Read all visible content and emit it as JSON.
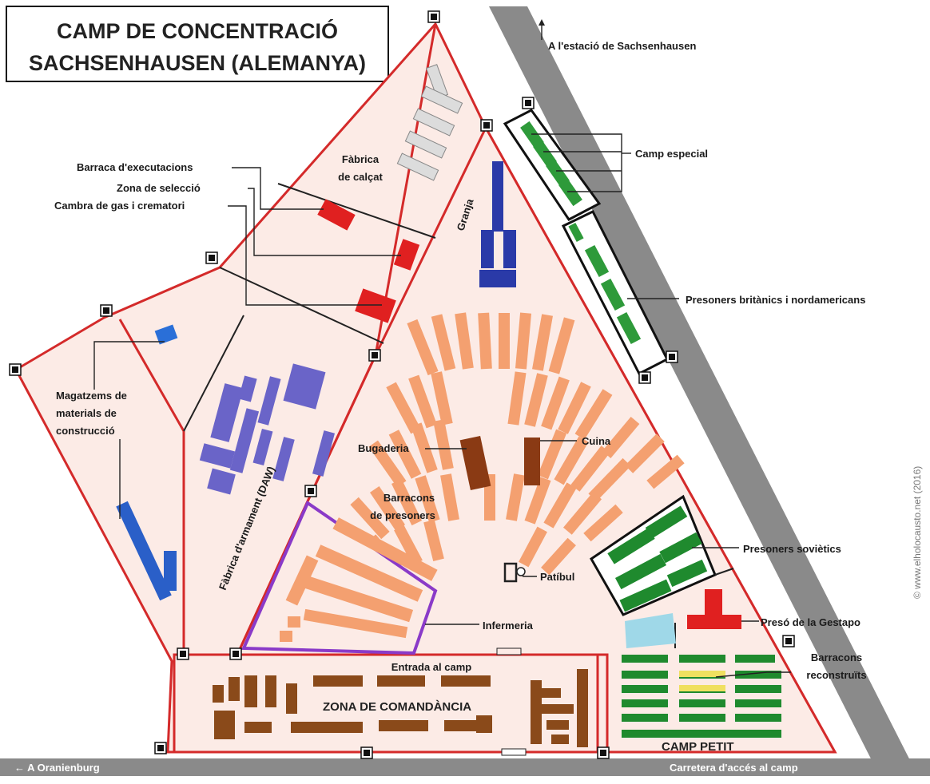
{
  "title": {
    "line1": "CAMP DE CONCENTRACIÓ",
    "line2": "SACHSENHAUSEN (ALEMANYA)"
  },
  "labels": {
    "station": "A l'estació de Sachsenhausen",
    "camp_especial": "Camp especial",
    "presoners_britanics": "Presoners britànics i nordamericans",
    "fabrica_calcat_1": "Fàbrica",
    "fabrica_calcat_2": "de calçat",
    "barraca_execucions": "Barraca d'executacions",
    "zona_seleccio": "Zona de selecció",
    "cambra_gas": "Cambra de gas i crematori",
    "granja": "Granja",
    "magatzems_1": "Magatzems de",
    "magatzems_2": "materials de",
    "magatzems_3": "construcció",
    "fabrica_armament": "Fàbrica d'armament (DAW)",
    "bugaderia": "Bugaderia",
    "cuina": "Cuina",
    "barracons_1": "Barracons",
    "barracons_2": "de presoners",
    "presoners_sovietics": "Presoners soviètics",
    "patibul": "Patíbul",
    "infermeria": "Infermeria",
    "preso_gestapo": "Presó de la Gestapo",
    "entrada": "Entrada al camp",
    "zona_comandancia": "ZONA DE COMANDÀNCIA",
    "barracons_reconstruits_1": "Barracons",
    "barracons_reconstruits_2": "reconstruïts",
    "camp_petit": "CAMP PETIT",
    "oranienburg": "← A Oranienburg",
    "carretera": "Carretera d'accés al camp",
    "credit": "© www.elholocausto.net (2016)"
  },
  "colors": {
    "wall": "#d42a2a",
    "ground": "#fcebe6",
    "barracks": "#f4a070",
    "special_green": "#2e9a3a",
    "soviet_green": "#1f8a2e",
    "daw_purple": "#6a64c8",
    "granja_blue": "#2a3aa8",
    "warehouse_blue": "#2a5fc8",
    "execution_red": "#e02020",
    "kitchen_brown": "#8a3a14",
    "commandant_brown": "#8a4a1a",
    "infirmary_purple": "#8a3ac8",
    "road_grey": "#8a8a8a",
    "ice_blue": "#9fd8e8",
    "reconstructed_yellow": "#f0e060"
  }
}
